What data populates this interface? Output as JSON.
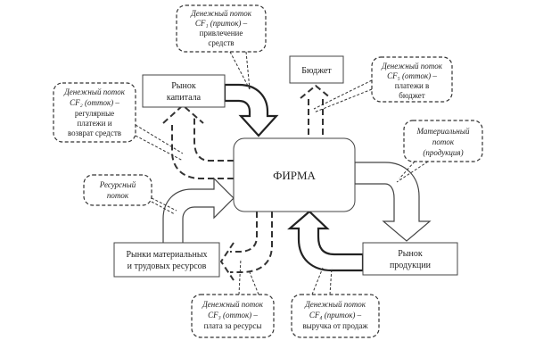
{
  "diagram": {
    "firm": {
      "label": "ФИРМА"
    },
    "nodes": {
      "capital_market": {
        "lines": [
          "Рынок",
          "капитала"
        ]
      },
      "budget": {
        "lines": [
          "Бюджет"
        ]
      },
      "resource_markets": {
        "lines": [
          "Рынки материальных",
          "и трудовых ресурсов"
        ]
      },
      "product_market": {
        "lines": [
          "Рынок",
          "продукции"
        ]
      }
    },
    "callouts": {
      "cf1": {
        "title": "Денежный поток",
        "lines": [
          "CF₁ (приток) –",
          "привлечение",
          "средств"
        ]
      },
      "cf2": {
        "title": "Денежный поток",
        "lines": [
          "CF₂ (отток) –",
          "регулярные",
          "платежи и",
          "возврат средств"
        ]
      },
      "cf5": {
        "title": "Денежный поток",
        "lines": [
          "CF₅ (отток) –",
          "платежи в",
          "бюджет"
        ]
      },
      "material_flow": {
        "title": "Материальный",
        "lines": [
          "поток",
          "(продукция)"
        ]
      },
      "resource_flow": {
        "title": "Ресурсный",
        "lines": [
          "поток"
        ]
      },
      "cf3": {
        "title": "Денежный поток",
        "lines": [
          "CF₃ (отток) –",
          "плата за ресурсы"
        ]
      },
      "cf4": {
        "title": "Денежный поток",
        "lines": [
          "CF₄ (приток) –",
          "выручка от продаж"
        ]
      }
    }
  }
}
